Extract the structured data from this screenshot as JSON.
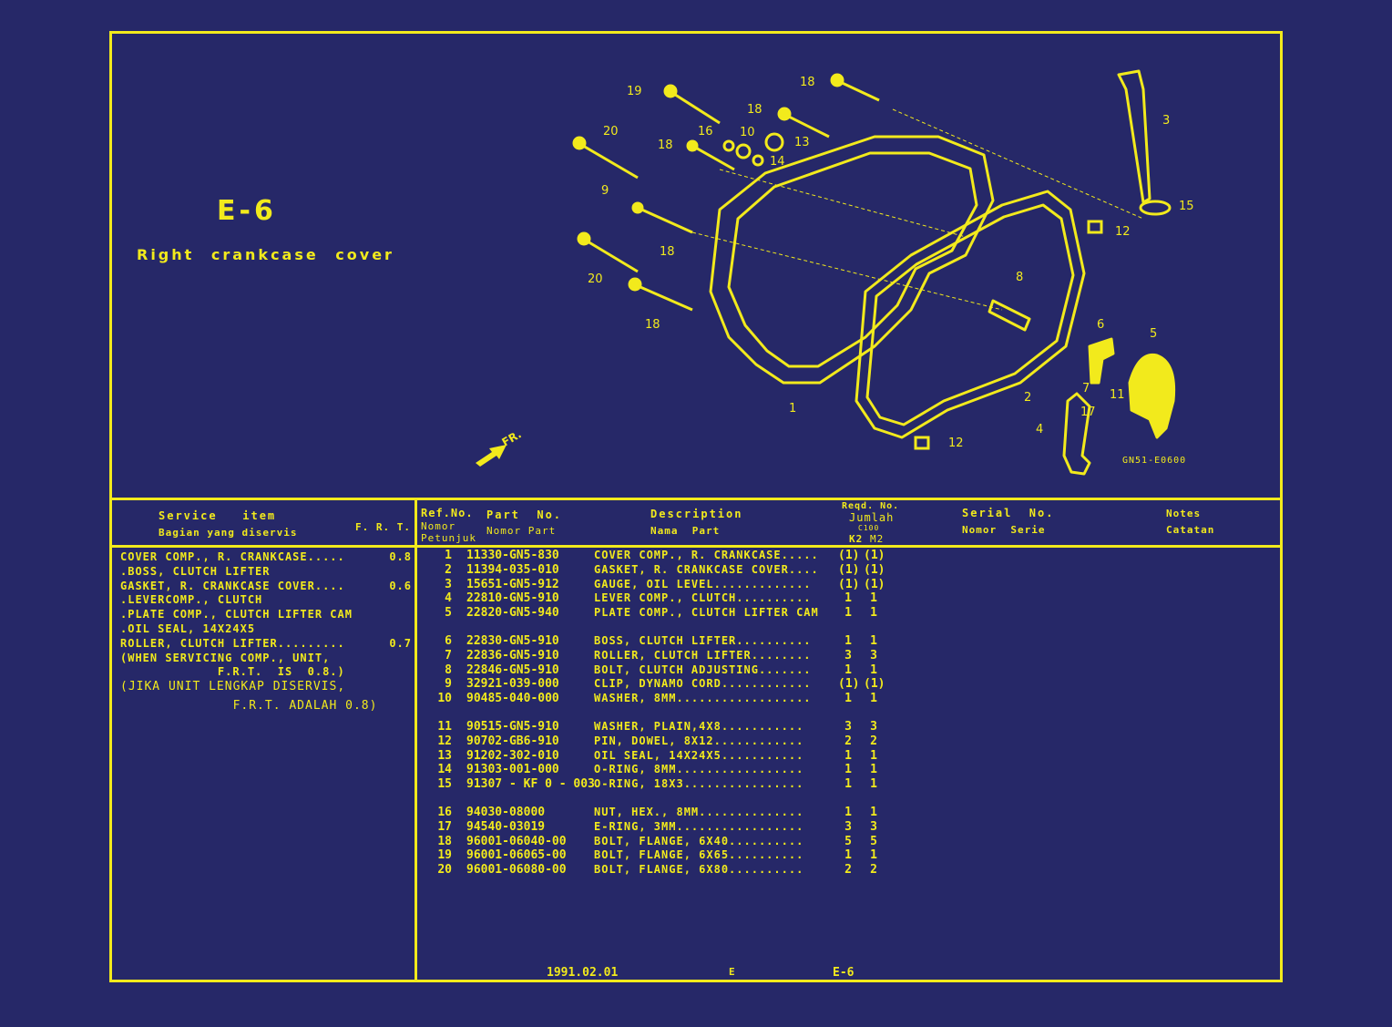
{
  "page": {
    "code": "E-6",
    "title": "Right crankcase cover",
    "diagram_code": "GN51-E0600",
    "front_marker": "FR."
  },
  "colors": {
    "background": "#262868",
    "ink": "#f2ea1c"
  },
  "diagram_callouts": [
    "1",
    "2",
    "3",
    "4",
    "5",
    "6",
    "7",
    "8",
    "9",
    "10",
    "11",
    "12",
    "12",
    "13",
    "14",
    "15",
    "16",
    "17",
    "18",
    "18",
    "18",
    "18",
    "18",
    "19",
    "20",
    "20"
  ],
  "service_header": {
    "service_item": "Service   item",
    "service_item_id": "Bagian yang diservis",
    "frt": "F. R. T."
  },
  "parts_header": {
    "ref_no": "Ref.No.",
    "ref_no_id_1": "Nomor",
    "ref_no_id_2": "Petunjuk",
    "part_no": "Part  No.",
    "part_no_id": "Nomor Part",
    "description": "Description",
    "description_id": "Nama  Part",
    "reqd_no": "Reqd. No.",
    "reqd_no_id": "Jumlah",
    "c100": "C100",
    "k2": "K2",
    "m2": "M2",
    "serial_no": "Serial  No.",
    "serial_no_id": "Nomor  Serie",
    "notes": "Notes",
    "notes_id": "Catatan"
  },
  "service_items": [
    {
      "item": "COVER COMP., R. CRANKCASE.....",
      "frt": "0.8"
    },
    {
      "item": ".BOSS, CLUTCH LIFTER",
      "frt": ""
    },
    {
      "item": "GASKET, R. CRANKCASE COVER....",
      "frt": "0.6"
    },
    {
      "item": ".LEVERCOMP., CLUTCH",
      "frt": ""
    },
    {
      "item": ".PLATE COMP., CLUTCH LIFTER CAM",
      "frt": ""
    },
    {
      "item": ".OIL SEAL, 14X24X5",
      "frt": ""
    },
    {
      "item": "ROLLER, CLUTCH LIFTER.........",
      "frt": "0.7"
    },
    {
      "item": "(WHEN SERVICING COMP., UNIT,",
      "frt": ""
    },
    {
      "item": "             F.R.T.  IS  0.8.)",
      "frt": ""
    },
    {
      "item": "(JIKA UNIT LENGKAP DISERVIS,",
      "frt": ""
    },
    {
      "item": "              F.R.T. ADALAH 0.8)",
      "frt": ""
    }
  ],
  "parts": [
    {
      "ref": "1",
      "part_no": "11330-GN5-830",
      "desc": "COVER COMP., R. CRANKCASE.....",
      "k2": "(1)",
      "m2": "(1)"
    },
    {
      "ref": "2",
      "part_no": "11394-035-010",
      "desc": "GASKET, R. CRANKCASE COVER....",
      "k2": "(1)",
      "m2": "(1)"
    },
    {
      "ref": "3",
      "part_no": "15651-GN5-912",
      "desc": "GAUGE, OIL LEVEL.............",
      "k2": "(1)",
      "m2": "(1)"
    },
    {
      "ref": "4",
      "part_no": "22810-GN5-910",
      "desc": "LEVER COMP., CLUTCH..........",
      "k2": "1",
      "m2": "1"
    },
    {
      "ref": "5",
      "part_no": "22820-GN5-940",
      "desc": "PLATE COMP., CLUTCH LIFTER CAM",
      "k2": "1",
      "m2": "1"
    },
    {
      "ref": "6",
      "part_no": "22830-GN5-910",
      "desc": "BOSS, CLUTCH LIFTER..........",
      "k2": "1",
      "m2": "1"
    },
    {
      "ref": "7",
      "part_no": "22836-GN5-910",
      "desc": "ROLLER, CLUTCH LIFTER........",
      "k2": "3",
      "m2": "3"
    },
    {
      "ref": "8",
      "part_no": "22846-GN5-910",
      "desc": "BOLT, CLUTCH ADJUSTING.......",
      "k2": "1",
      "m2": "1"
    },
    {
      "ref": "9",
      "part_no": "32921-039-000",
      "desc": "CLIP, DYNAMO CORD............",
      "k2": "(1)",
      "m2": "(1)"
    },
    {
      "ref": "10",
      "part_no": "90485-040-000",
      "desc": "WASHER, 8MM..................",
      "k2": "1",
      "m2": "1"
    },
    {
      "ref": "11",
      "part_no": "90515-GN5-910",
      "desc": "WASHER, PLAIN,4X8...........",
      "k2": "3",
      "m2": "3"
    },
    {
      "ref": "12",
      "part_no": "90702-GB6-910",
      "desc": "PIN, DOWEL, 8X12............",
      "k2": "2",
      "m2": "2"
    },
    {
      "ref": "13",
      "part_no": "91202-302-010",
      "desc": "OIL SEAL, 14X24X5...........",
      "k2": "1",
      "m2": "1"
    },
    {
      "ref": "14",
      "part_no": "91303-001-000",
      "desc": "O-RING, 8MM.................",
      "k2": "1",
      "m2": "1"
    },
    {
      "ref": "15",
      "part_no": "91307 - KF 0 - 003",
      "desc": "O-RING, 18X3................",
      "k2": "1",
      "m2": "1"
    },
    {
      "ref": "16",
      "part_no": "94030-08000",
      "desc": "NUT, HEX., 8MM..............",
      "k2": "1",
      "m2": "1"
    },
    {
      "ref": "17",
      "part_no": "94540-03019",
      "desc": "E-RING, 3MM.................",
      "k2": "3",
      "m2": "3"
    },
    {
      "ref": "18",
      "part_no": "96001-06040-00",
      "desc": "BOLT, FLANGE, 6X40..........",
      "k2": "5",
      "m2": "5"
    },
    {
      "ref": "19",
      "part_no": "96001-06065-00",
      "desc": "BOLT, FLANGE, 6X65..........",
      "k2": "1",
      "m2": "1"
    },
    {
      "ref": "20",
      "part_no": "96001-06080-00",
      "desc": "BOLT, FLANGE, 6X80..........",
      "k2": "2",
      "m2": "2"
    }
  ],
  "footer": {
    "date": "1991.02.01",
    "section": "E",
    "page_code": "E-6"
  }
}
